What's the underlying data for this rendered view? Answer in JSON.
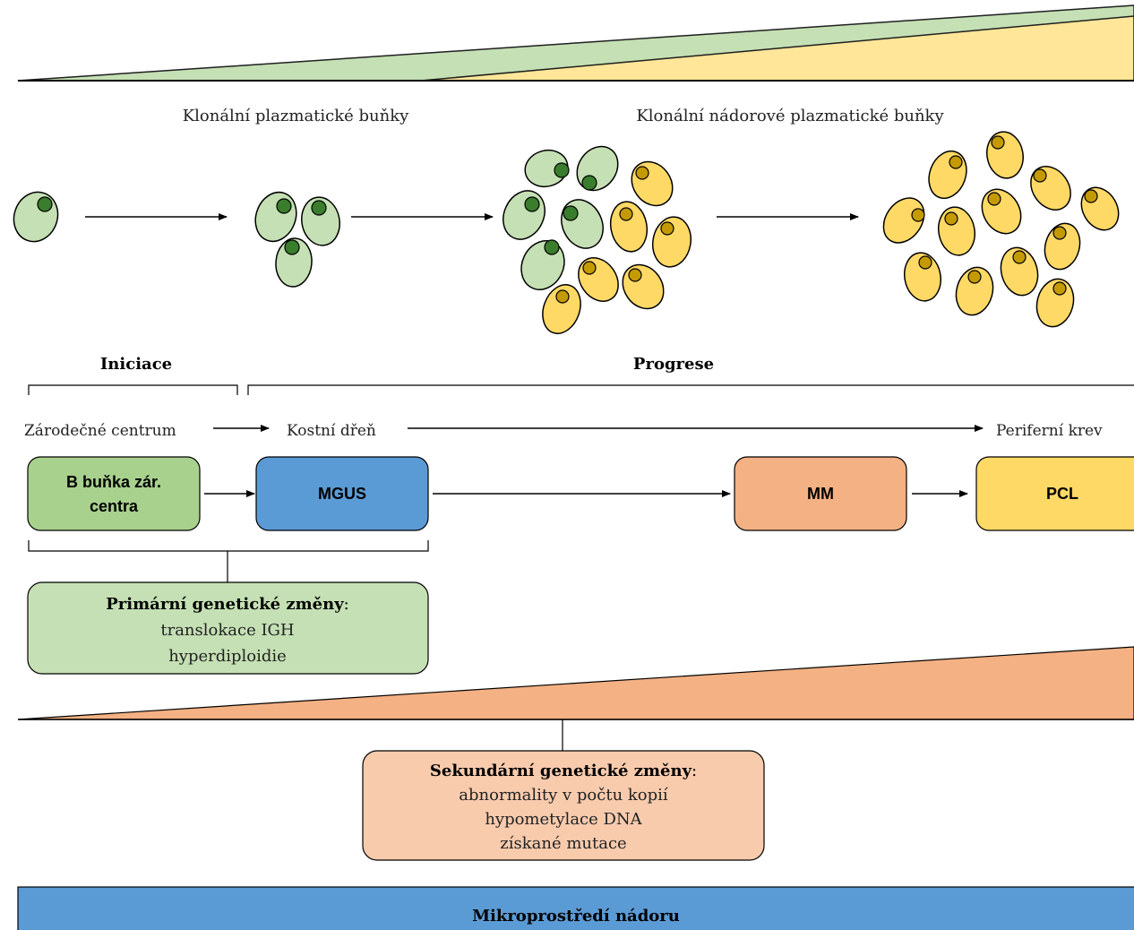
{
  "labels": {
    "clonal_plasma_cells": "Klonální plazmatické buňky",
    "clonal_tumor_plasma_cells": "Klonální nádorové plazmatické buňky",
    "initiation": "Iniciace",
    "progression": "Progrese",
    "germinal_center": "Zárodečné centrum",
    "bone_marrow": "Kostní dřeň",
    "peripheral_blood": "Periferní krev"
  },
  "stages": {
    "b_cell_line1": "B buňka zár.",
    "b_cell_line2": "centra",
    "mgus": "MGUS",
    "mm": "MM",
    "pcl": "PCL"
  },
  "primary_changes": {
    "title": "Primární genetické změny",
    "items": [
      "translokace IGH",
      "hyperdiploidie"
    ]
  },
  "secondary_changes": {
    "title": "Sekundární genetické změny",
    "items": [
      "abnormality v počtu kopií",
      "hypometylace DNA",
      "získané mutace"
    ]
  },
  "microenvironment": "Mikroprostředí nádoru",
  "colors": {
    "normal_cell": "#c5e0b4",
    "normal_nucleus": "#3a7d2c",
    "tumor_cell": "#ffd966",
    "tumor_nucleus": "#c49a00",
    "b_cell_box": "#a9d18e",
    "mgus_box": "#5b9bd5",
    "mm_box": "#f4b183",
    "pcl_box": "#ffd966",
    "primary_box": "#c5e0b4",
    "secondary_box": "#f8cbad",
    "microenv_bar": "#5b9bd5",
    "wedge_green": "#c5e0b4",
    "wedge_yellow": "#ffe699",
    "wedge_orange": "#f4b183"
  }
}
